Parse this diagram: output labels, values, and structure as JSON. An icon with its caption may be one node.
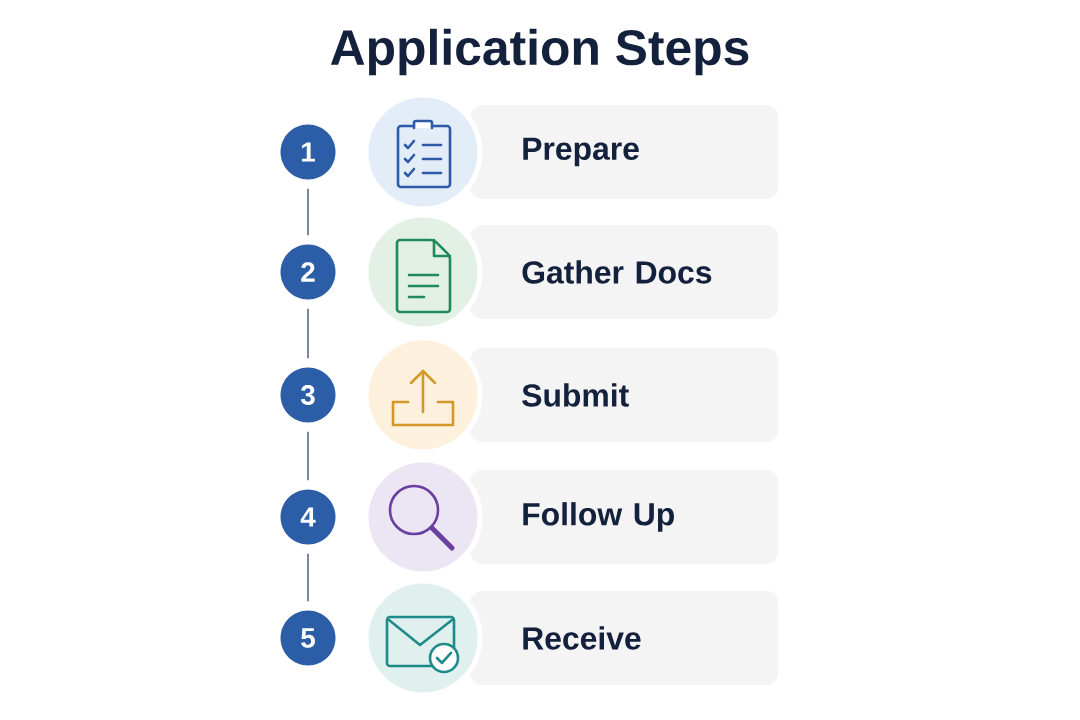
{
  "diagram": {
    "title": "Application Steps",
    "nodes": [
      {
        "text": [
          "1"
        ]
      },
      {
        "text": [
          "Prepare"
        ]
      },
      {
        "text": [
          "2"
        ]
      },
      {
        "text": [
          "Gather Docs"
        ]
      },
      {
        "text": [
          "3"
        ]
      },
      {
        "text": [
          "Submit"
        ]
      },
      {
        "text": [
          "4"
        ]
      },
      {
        "text": [
          "Follow Up"
        ]
      },
      {
        "text": [
          "5"
        ]
      },
      {
        "text": [
          "Receive"
        ]
      }
    ],
    "edges": [
      {
        "from": 0,
        "to": 2,
        "arrow": "none"
      },
      {
        "from": 2,
        "to": 4,
        "arrow": "none"
      },
      {
        "from": 4,
        "to": 6,
        "arrow": "none"
      },
      {
        "from": 6,
        "to": 8,
        "arrow": "none"
      }
    ]
  }
}
